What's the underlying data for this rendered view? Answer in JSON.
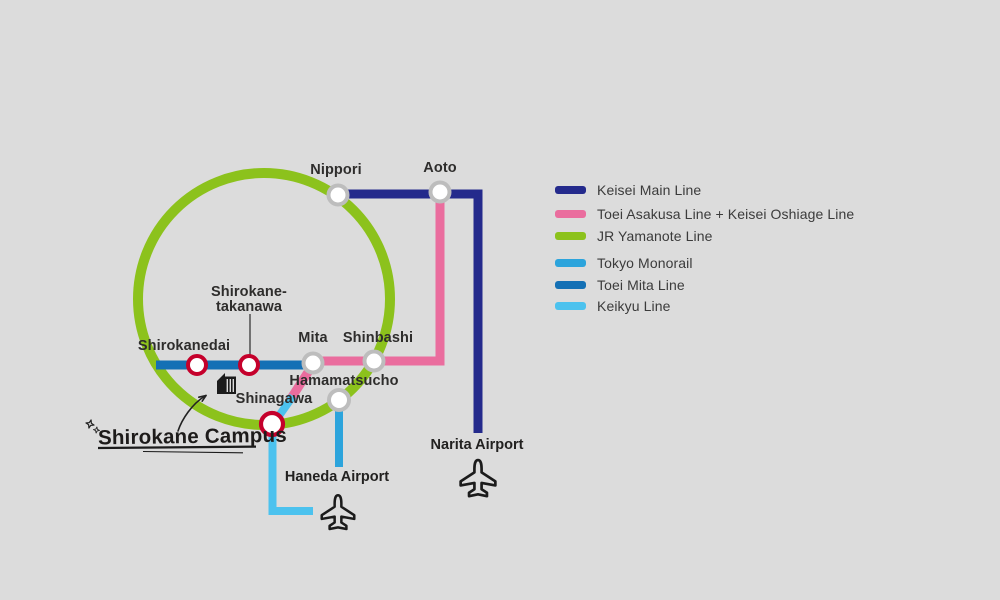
{
  "background_color": "#dcdcdc",
  "lines": {
    "keisei_main": {
      "label": "Keisei Main Line",
      "color": "#242a8c"
    },
    "asakusa_oshiage": {
      "label": "Toei Asakusa Line + Keisei Oshiage Line",
      "color": "#ea6d9e"
    },
    "yamanote": {
      "label": "JR Yamanote Line",
      "color": "#8cc21c"
    },
    "monorail": {
      "label": "Tokyo Monorail",
      "color": "#2ca4dc"
    },
    "mita": {
      "label": "Toei Mita Line",
      "color": "#1470b5"
    },
    "keikyu": {
      "label": "Keikyu Line",
      "color": "#4cc2ee"
    }
  },
  "legend": {
    "order": [
      "keisei_main",
      "asakusa_oshiage",
      "yamanote",
      "monorail",
      "mita",
      "keikyu"
    ]
  },
  "marker_colors": {
    "gray": "#bdbdbd",
    "red": "#c5002b"
  },
  "map": {
    "campus": {
      "label": "Shirokane Campus"
    },
    "stations": [
      {
        "id": "nippori",
        "name": "Nippori",
        "marker": "gray"
      },
      {
        "id": "aoto",
        "name": "Aoto",
        "marker": "gray"
      },
      {
        "id": "shirokanedai",
        "name": "Shirokanedai",
        "marker": "red"
      },
      {
        "id": "shirokane-takanawa",
        "name": "Shirokane-takanawa",
        "name_line1": "Shirokane-",
        "name_line2": "takanawa",
        "marker": "red"
      },
      {
        "id": "mita",
        "name": "Mita",
        "marker": "gray"
      },
      {
        "id": "shinbashi",
        "name": "Shinbashi",
        "marker": "gray"
      },
      {
        "id": "hamamatsucho",
        "name": "Hamamatsucho",
        "marker": "gray"
      },
      {
        "id": "shinagawa",
        "name": "Shinagawa",
        "marker": "red"
      }
    ],
    "airports": [
      {
        "name": "Narita Airport"
      },
      {
        "name": "Haneda Airport"
      }
    ]
  }
}
